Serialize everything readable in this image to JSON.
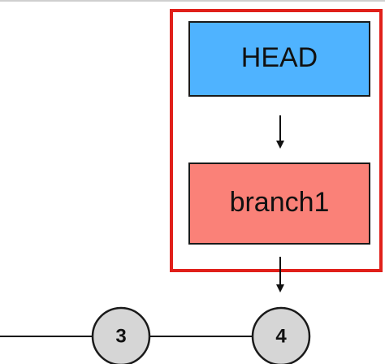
{
  "head_box": {
    "label": "HEAD"
  },
  "branch_box": {
    "label": "branch1"
  },
  "commits": [
    {
      "label": "3"
    },
    {
      "label": "4"
    }
  ],
  "colors": {
    "head_fill": "#4FB3FF",
    "branch_fill": "#FA8178",
    "highlight_border": "#E0201A",
    "commit_fill": "#D6D6D6",
    "line": "#111111"
  }
}
